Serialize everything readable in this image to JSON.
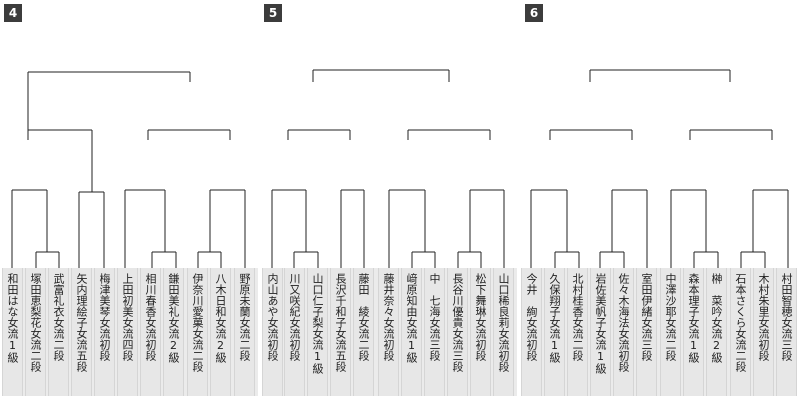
{
  "colors": {
    "badge_bg": "#3c3c3c",
    "badge_text": "#ffffff",
    "line": "#222222",
    "slot_bg": "#e7e7e7"
  },
  "groups": [
    {
      "number": "4",
      "players": [
        "和田はな女流1級",
        "塚田恵梨花女流二段",
        "武富礼衣女流二段",
        "矢内理絵子女流五段",
        "梅津美琴女流初段",
        "上田初美女流四段",
        "相川春香女流初段",
        "鎌田美礼女流2級",
        "伊奈川愛菓女流二段",
        "八木日和女流2級",
        "野原未蘭女流二段"
      ]
    },
    {
      "number": "5",
      "players": [
        "内山あや女流初段",
        "川又咲紀女流初段",
        "山口仁子梨女流1級",
        "長沢千和子女流五段",
        "藤田　綾女流二段",
        "藤井奈々女流初段",
        "﨑原知由女流1級",
        "中　七海女流三段",
        "長谷川優貴女流三段",
        "松下舞琳女流初段",
        "山口稀良莉女流初段"
      ]
    },
    {
      "number": "6",
      "players": [
        "今井　絢女流初段",
        "久保翔子女流1級",
        "北村桂香女流二段",
        "岩佐美帆子女流1級",
        "佐々木海法女流初段",
        "室田伊緒女流三段",
        "中澤沙耶女流二段",
        "森本理子女流1級",
        "榊　菜吟女流2級",
        "石本さくら女流二段",
        "木村朱里女流初段",
        "村田智穂女流三段"
      ]
    }
  ]
}
